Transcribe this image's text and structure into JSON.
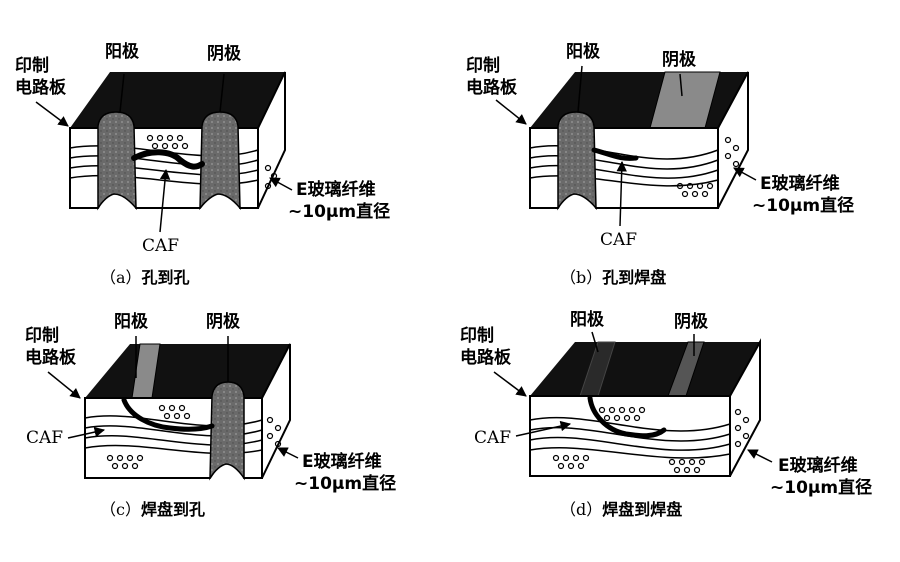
{
  "labels": {
    "pcb_line1": "印制",
    "pcb_line2": "电路板",
    "anode": "阳极",
    "cathode": "阴极",
    "caf": "CAF",
    "fiber_line1": "E玻璃纤维",
    "fiber_line2": "~10μm直径"
  },
  "panels": [
    {
      "id": "a",
      "caption_prefix": "（a）",
      "caption_text": "孔到孔"
    },
    {
      "id": "b",
      "caption_prefix": "（b）",
      "caption_text": "孔到焊盘"
    },
    {
      "id": "c",
      "caption_prefix": "（c）",
      "caption_text": "焊盘到孔"
    },
    {
      "id": "d",
      "caption_prefix": "（d）",
      "caption_text": "焊盘到焊盘"
    }
  ]
}
